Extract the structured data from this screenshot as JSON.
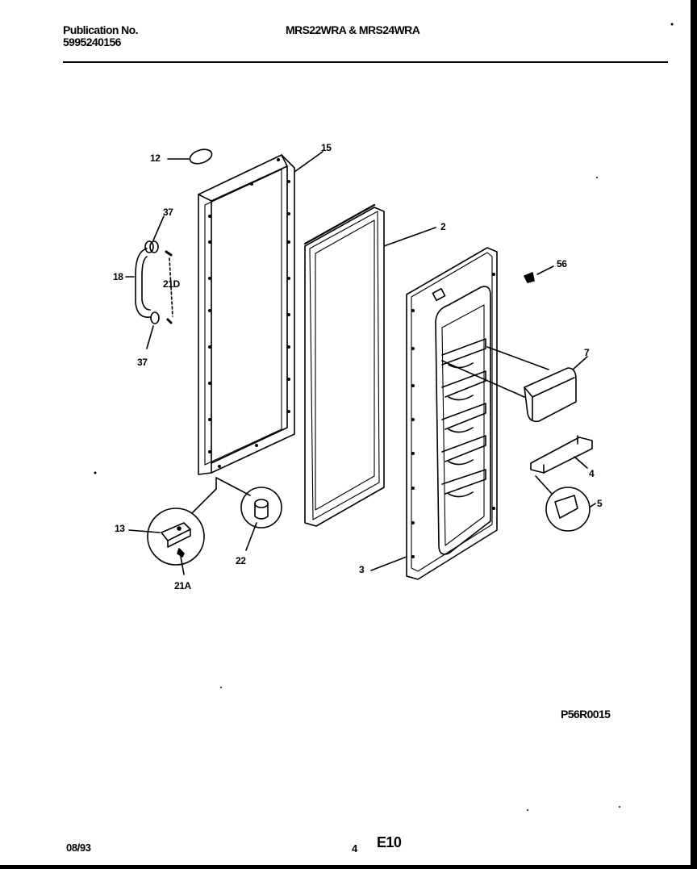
{
  "header": {
    "publication_label": "Publication No.",
    "publication_number": "5995240156",
    "models": "MRS22WRA & MRS24WRA"
  },
  "parts": {
    "p12": "12",
    "p15": "15",
    "p2": "2",
    "p37a": "37",
    "p18": "18",
    "p21d": "21D",
    "p37b": "37",
    "p56": "56",
    "p7": "7",
    "p4": "4",
    "p5": "5",
    "p13": "13",
    "p22": "22",
    "p21a": "21A",
    "p3": "3"
  },
  "diagram_code": "P56R0015",
  "footer": {
    "date": "08/93",
    "page_number": "4",
    "section_code": "E10"
  }
}
